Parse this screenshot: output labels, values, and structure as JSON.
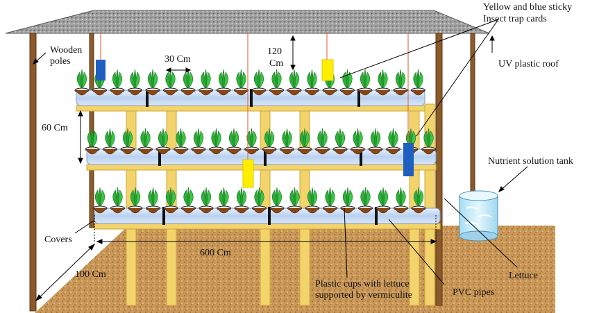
{
  "labels": {
    "trap_cards_line1": "Yellow and blue sticky",
    "trap_cards_line2": "Insect  trap cards",
    "wooden_poles_line1": "Wooden",
    "wooden_poles_line2": "poles",
    "spacing_30": "30 Cm",
    "height_120_line1": "120",
    "height_120_line2": "Cm",
    "uv_roof": "UV plastic roof",
    "spacing_60": "60 Cm",
    "nutrient_tank": "Nutrient solution tank",
    "covers": "Covers",
    "length_600": "600 Cm",
    "width_100": "100 Cm",
    "lettuce": "Lettuce",
    "cups_line1": "Plastic cups with  lettuce",
    "cups_line2": "supported by vermiculite",
    "pvc_pipes": "PVC pipes"
  },
  "colors": {
    "roof": "#9a9a9a",
    "pole": "#8b5a2b",
    "frame": "#f3d36b",
    "pipe": "#c9dcf5",
    "ground": "#c9955a",
    "leaf": "#2fae3a",
    "pot": "#8b4513",
    "trap_yellow": "#ffee00",
    "trap_blue": "#1f5fbf",
    "tank": "#bfe8f7"
  }
}
